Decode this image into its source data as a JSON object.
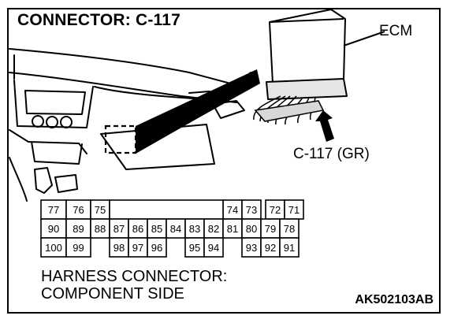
{
  "title": "CONNECTOR: C-117",
  "ecm_label": "ECM",
  "connector_label": "C-117 (GR)",
  "harness_caption_line1": "HARNESS CONNECTOR:",
  "harness_caption_line2": "COMPONENT SIDE",
  "figure_code": "AK502103AB",
  "connector_pins": {
    "row1": [
      "77",
      "76",
      "75",
      "",
      "",
      "",
      "",
      "",
      "",
      "74",
      "73",
      "",
      "72",
      "71"
    ],
    "row2": [
      "90",
      "89",
      "88",
      "87",
      "86",
      "85",
      "84",
      "83",
      "82",
      "81",
      "80",
      "79",
      "78"
    ],
    "row3": [
      "100",
      "99",
      "",
      "98",
      "97",
      "96",
      "",
      "95",
      "94",
      "",
      "93",
      "92",
      "91"
    ]
  }
}
